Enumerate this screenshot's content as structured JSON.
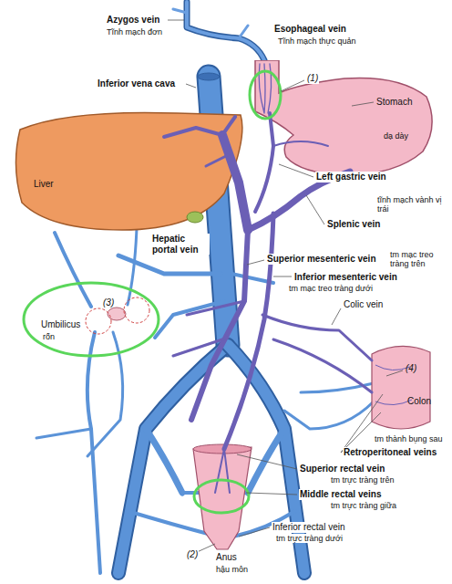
{
  "diagram": {
    "nodes": [
      {
        "text": [
          "Liver"
        ]
      },
      {
        "text": [
          "Stomach",
          "dạ dày"
        ]
      }
    ],
    "labels": [
      "Azygos vein",
      "Tĩnh mạch đơn",
      "Esophageal vein",
      "Tĩnh mạch thực quản",
      "(1)",
      "Inferior vena cava",
      "Left gastric vein",
      "tĩnh mạch vành vị trái",
      "Splenic vein",
      "Hepatic portal vein",
      "Superior mesenteric vein",
      "tm mạc treo tràng trên",
      "Inferior mesenteric vein",
      "tm mạc treo tràng dưới",
      "(3)",
      "Umbilicus",
      "rốn",
      "Colic vein",
      "(4)",
      "Colon",
      "tm thành bụng sau",
      "Retroperitoneal veins",
      "Superior rectal vein",
      "tm trực tràng trên",
      "Middle rectal veins",
      "tm trực tràng giữa",
      "Inferior rectal vein",
      "tm trực tràng dưới",
      "(2)",
      "Anus",
      "hậu môn"
    ]
  }
}
